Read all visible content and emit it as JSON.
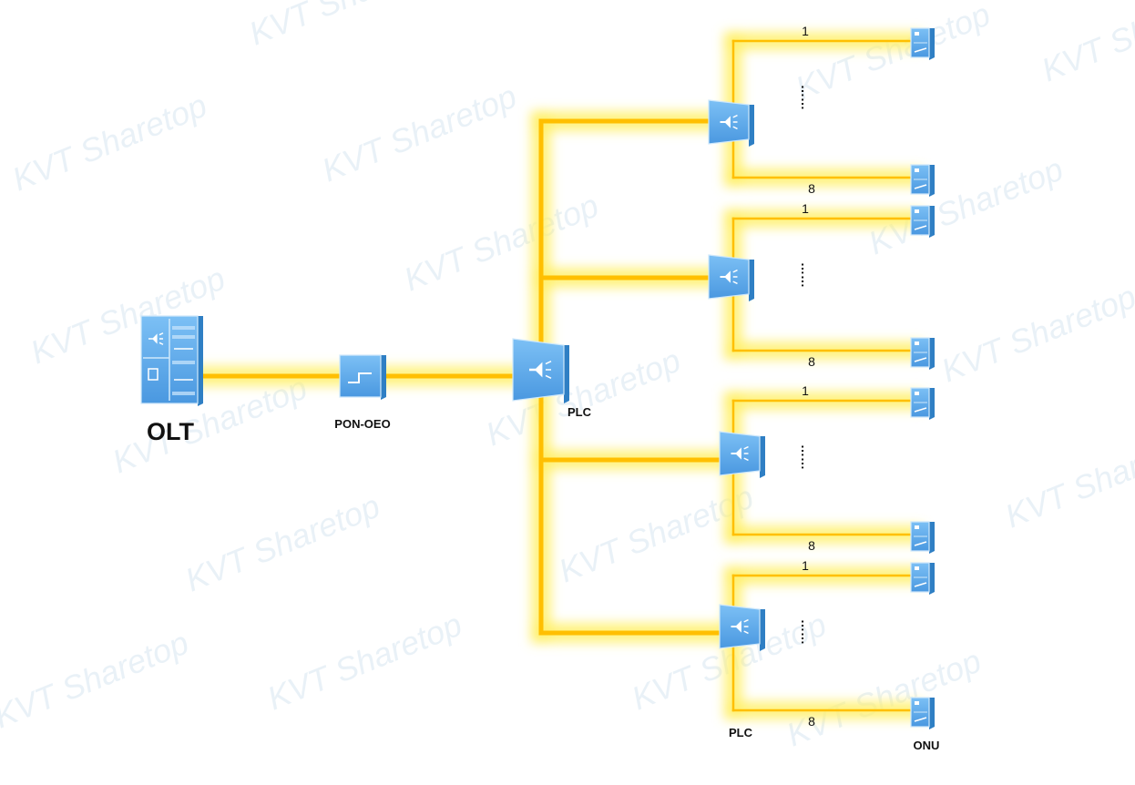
{
  "labels": {
    "olt": "OLT",
    "pon_oeo": "PON-OEO",
    "main_plc": "PLC",
    "secondary_plc": "PLC",
    "onu": "ONU"
  },
  "branch_labels": {
    "first": "1",
    "last": "8",
    "ellipsis": "……"
  },
  "branch_groups": 4,
  "watermark": "Sharetop",
  "colors": {
    "fiber": "#ffbf00",
    "glow": "#fff06a",
    "device": "#5aa9ec",
    "device_dark": "#2f7fc4"
  }
}
